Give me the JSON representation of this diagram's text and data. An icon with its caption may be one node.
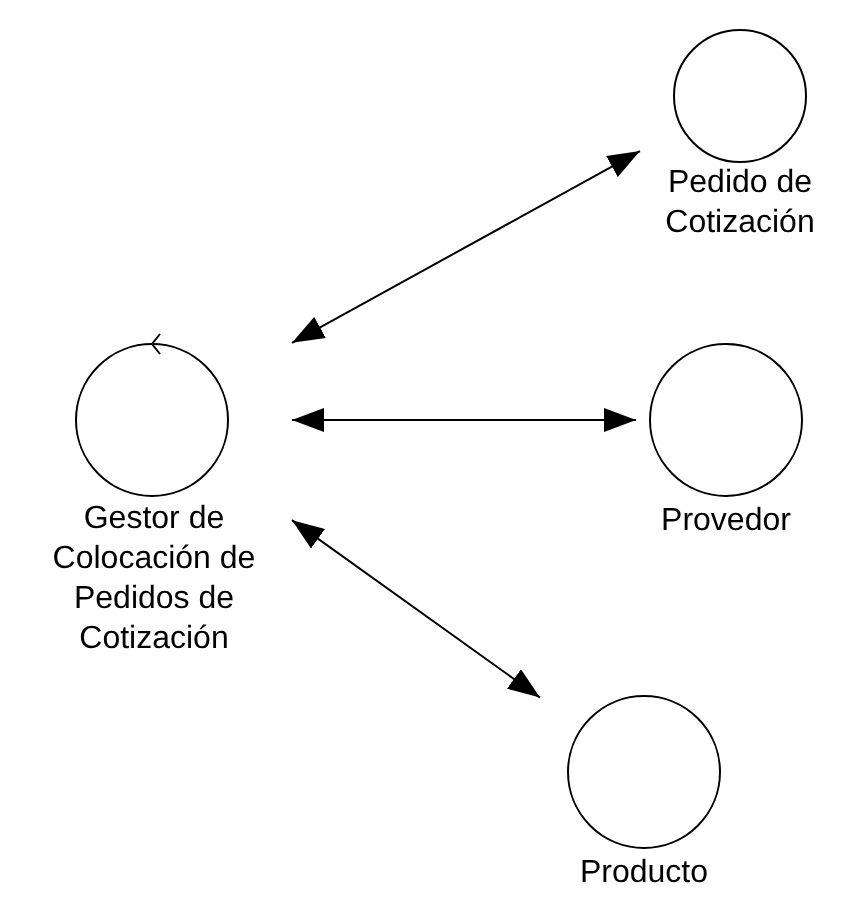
{
  "diagram": {
    "nodes": [
      {
        "text": [
          "Gestor de Colocación de Pedidos de Cotización"
        ]
      },
      {
        "text": [
          "Pedido de Cotización"
        ]
      },
      {
        "text": [
          "Provedor"
        ]
      },
      {
        "text": [
          "Producto"
        ]
      }
    ],
    "edges": [
      {
        "from": 0,
        "to": 1,
        "arrow": "both"
      },
      {
        "from": 0,
        "to": 2,
        "arrow": "both"
      },
      {
        "from": 0,
        "to": 3,
        "arrow": "both"
      }
    ]
  }
}
